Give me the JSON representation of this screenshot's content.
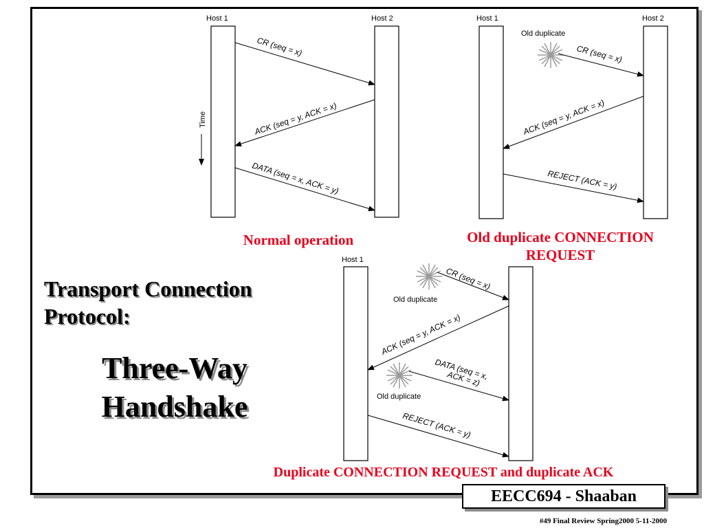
{
  "diagrams": {
    "normal": {
      "host1": "Host 1",
      "host2": "Host 2",
      "time_label": "Time",
      "msg1": "CR (seq = x)",
      "msg2": "ACK (seq = y, ACK = x)",
      "msg3": "DATA (seq = x, ACK = y)",
      "caption": "Normal operation"
    },
    "old_dup_cr": {
      "host1": "Host 1",
      "host2": "Host 2",
      "dup_label": "Old duplicate",
      "msg1": "CR (seq = x)",
      "msg2": "ACK (seq = y, ACK = x)",
      "msg3": "REJECT (ACK = y)",
      "caption_line1": "Old duplicate CONNECTION",
      "caption_line2": "REQUEST"
    },
    "dup_cr_ack": {
      "host1": "Host 1",
      "dup_label_1": "Old duplicate",
      "dup_label_2": "Old duplicate",
      "msg1": "CR (seq = x)",
      "msg2": "ACK (seq = y, ACK = x)",
      "msg3_line1": "DATA (seq = x,",
      "msg3_line2": "ACK = z)",
      "msg4": "REJECT (ACK = y)",
      "caption": "Duplicate CONNECTION  REQUEST and duplicate ACK"
    }
  },
  "title": {
    "line1": "Transport Connection",
    "line2": "Protocol:",
    "big_line1": "Three-Way",
    "big_line2": "Handshake"
  },
  "badge": "EECC694 - Shaaban",
  "footer": "#49  Final Review   Spring2000    5-11-2000"
}
